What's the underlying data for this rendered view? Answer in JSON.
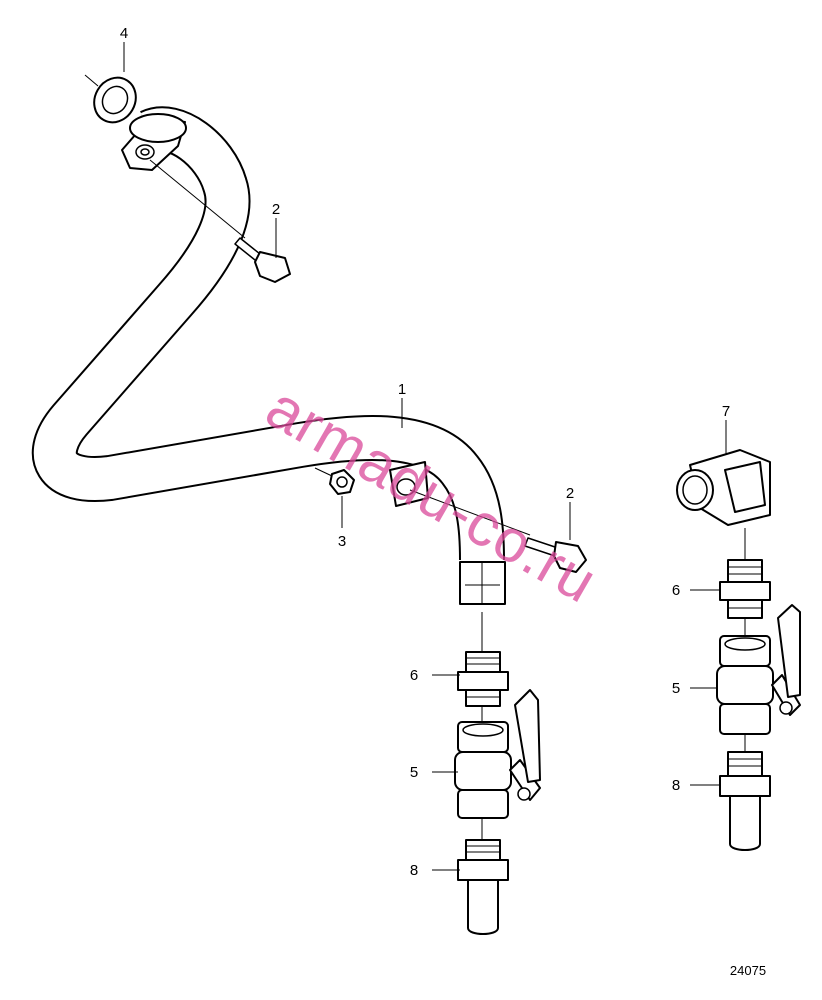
{
  "labels": {
    "part_1": "1",
    "part_2_top": "2",
    "part_2_mid": "2",
    "part_3": "3",
    "part_4": "4",
    "part_5_left": "5",
    "part_5_right": "5",
    "part_6_left": "6",
    "part_6_right": "6",
    "part_7": "7",
    "part_8_left": "8",
    "part_8_right": "8"
  },
  "drawing_number": "24075",
  "watermark": "armadu-co.ru",
  "colors": {
    "ink": "#000000",
    "paper": "#ffffff",
    "watermark": "#d9489a"
  }
}
